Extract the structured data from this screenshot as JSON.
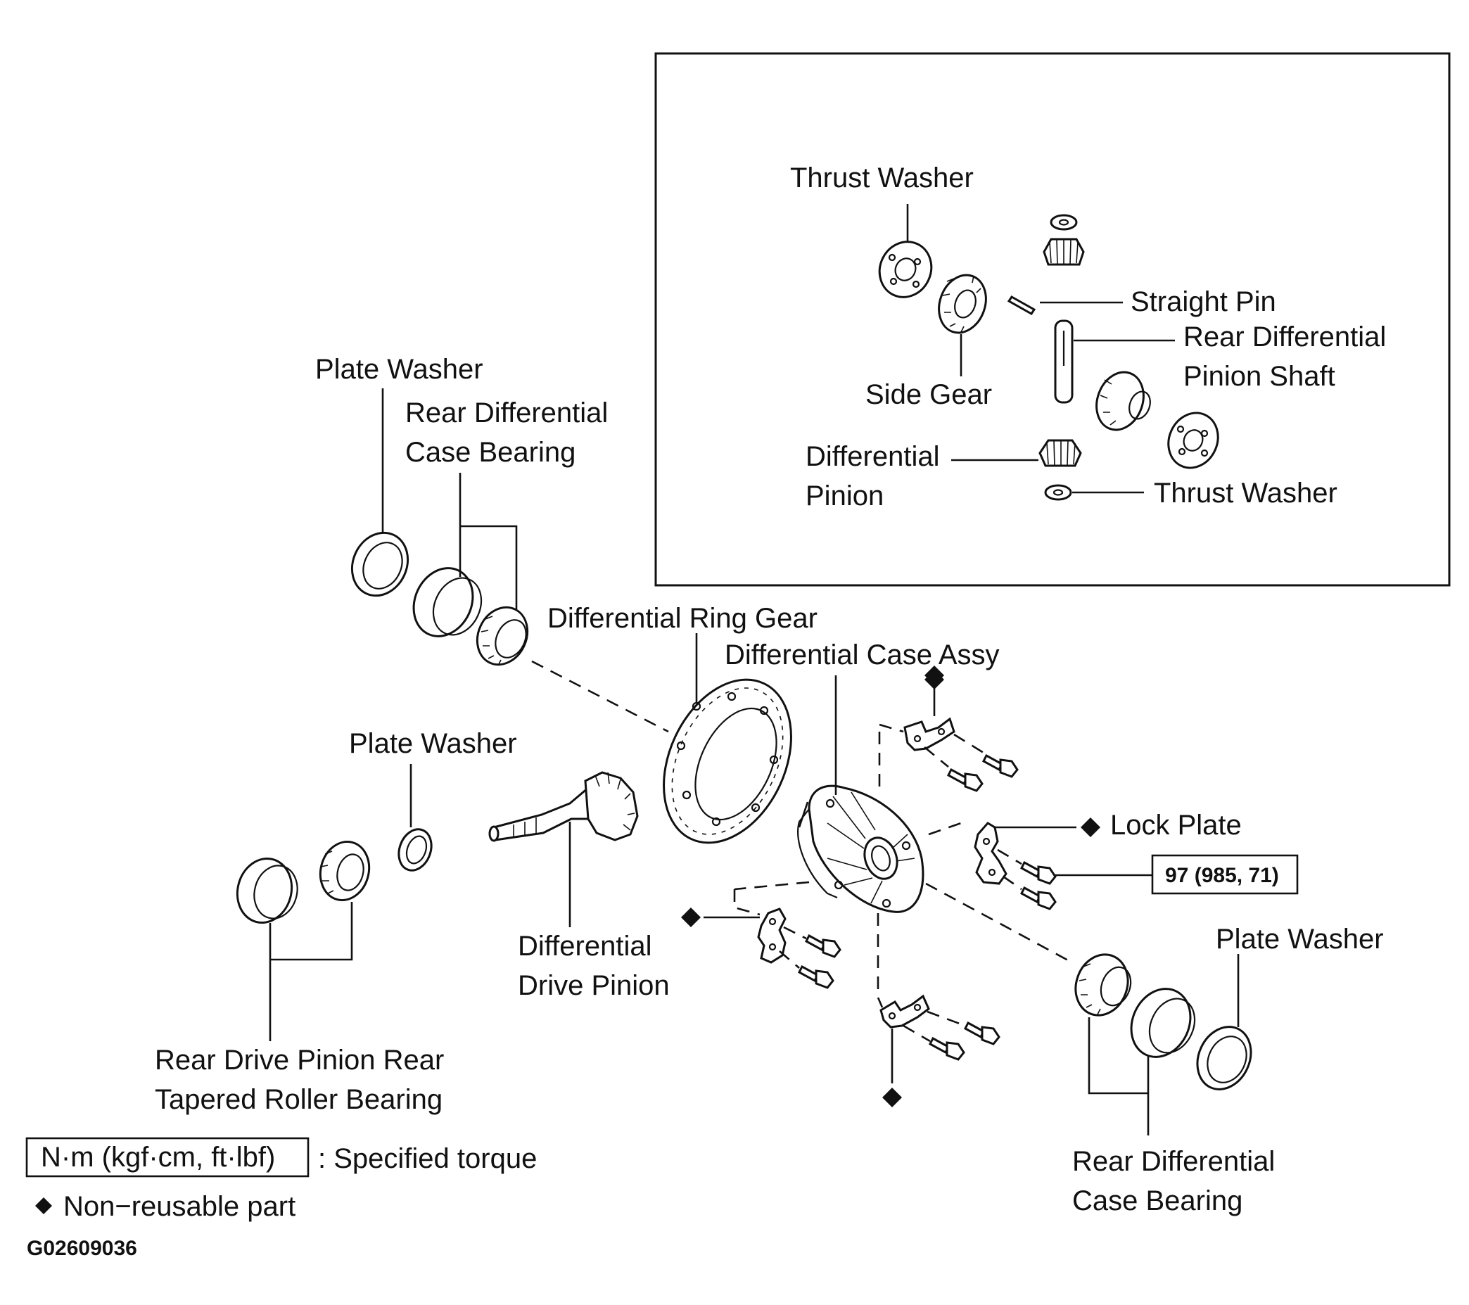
{
  "inset": {
    "thrust_washer_top": "Thrust Washer",
    "straight_pin": "Straight Pin",
    "pinion_shaft_line1": "Rear Differential",
    "pinion_shaft_line2": "Pinion Shaft",
    "side_gear": "Side Gear",
    "diff_pinion_line1": "Differential",
    "diff_pinion_line2": "Pinion",
    "thrust_washer_bottom": "Thrust Washer"
  },
  "main": {
    "plate_washer_top": "Plate Washer",
    "case_bearing_top_line1": "Rear Differential",
    "case_bearing_top_line2": "Case Bearing",
    "ring_gear": "Differential Ring Gear",
    "case_assy": "Differential Case Assy",
    "plate_washer_mid": "Plate Washer",
    "lock_plate": "Lock Plate",
    "torque_value": "97 (985, 71)",
    "plate_washer_right": "Plate Washer",
    "drive_pinion_line1": "Differential",
    "drive_pinion_line2": "Drive Pinion",
    "pinion_bearing_line1": "Rear Drive Pinion Rear",
    "pinion_bearing_line2": "Tapered Roller Bearing",
    "case_bearing_bottom_line1": "Rear Differential",
    "case_bearing_bottom_line2": "Case Bearing"
  },
  "legend": {
    "torque_unit": "N·m (kgf·cm, ft·lbf)",
    "torque_desc": ": Specified torque",
    "non_reusable": "Non−reusable part"
  },
  "figure_id": "G02609036"
}
